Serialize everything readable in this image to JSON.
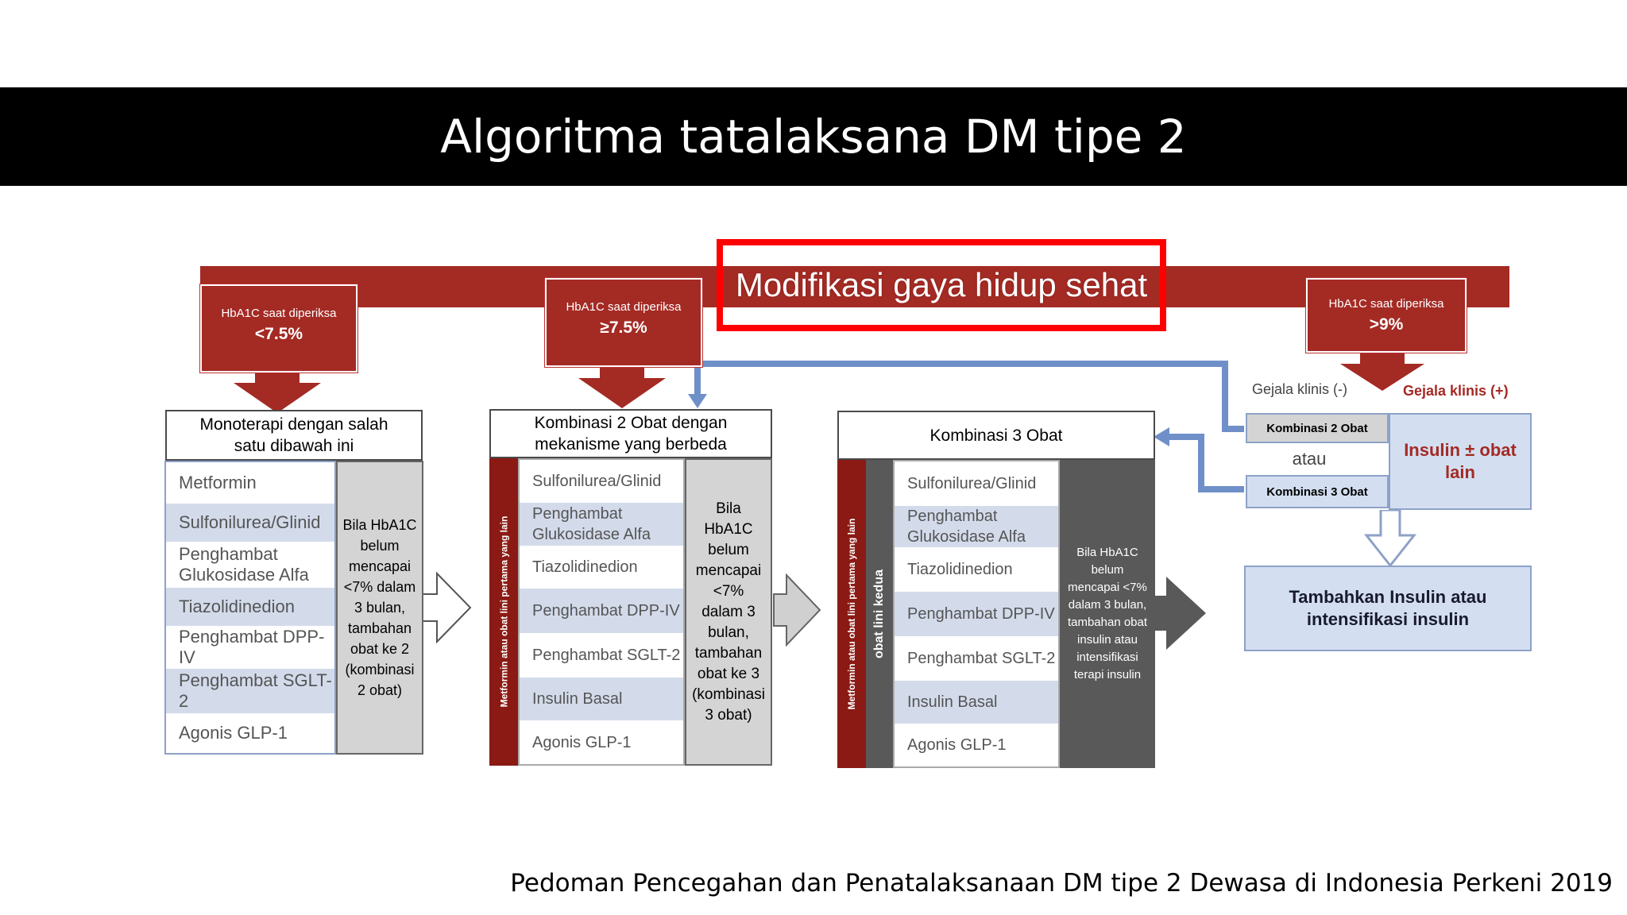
{
  "title": "Algoritma tatalaksana DM tipe 2",
  "lifestyle": "Modifikasi gaya hidup sehat",
  "hba1c": [
    {
      "label": "HbA1C saat diperiksa",
      "value": "<7.5%"
    },
    {
      "label": "HbA1C saat diperiksa",
      "value": "≥7.5%"
    },
    {
      "label": "HbA1C saat diperiksa",
      "value": ">9%"
    }
  ],
  "mono": {
    "header": "Monoterapi dengan salah satu dibawah ini",
    "drugs": [
      "Metformin",
      "Sulfonilurea/Glinid",
      "Penghambat Glukosidase Alfa",
      "Tiazolidinedion",
      "Penghambat DPP-IV",
      "Penghambat SGLT-2",
      "Agonis GLP-1"
    ],
    "note": "Bila HbA1C belum mencapai <7% dalam 3 bulan, tambahan obat ke 2 (kombinasi 2 obat)"
  },
  "dual": {
    "header": "Kombinasi 2 Obat dengan mekanisme yang berbeda",
    "side_label": "Metformin atau obat lini pertama yang lain",
    "drugs": [
      "Sulfonilurea/Glinid",
      "Penghambat Glukosidase Alfa",
      "Tiazolidinedion",
      "Penghambat DPP-IV",
      "Penghambat SGLT-2",
      "Insulin Basal",
      "Agonis GLP-1"
    ],
    "note": "Bila HbA1C belum mencapai <7% dalam 3 bulan, tambahan obat ke 3 (kombinasi 3 obat)"
  },
  "triple": {
    "header": "Kombinasi 3 Obat",
    "side_label": "Metformin atau obat lini pertama yang lain",
    "second_line": "obat lini kedua",
    "drugs": [
      "Sulfonilurea/Glinid",
      "Penghambat Glukosidase Alfa",
      "Tiazolidinedion",
      "Penghambat DPP-IV",
      "Penghambat SGLT-2",
      "Insulin Basal",
      "Agonis GLP-1"
    ],
    "note": "Bila HbA1C belum mencapai <7% dalam 3 bulan, tambahan obat insulin atau intensifikasi terapi insulin"
  },
  "right": {
    "gejala_neg": "Gejala klinis (-)",
    "gejala_pos": "Gejala klinis (+)",
    "komb2": "Kombinasi 2 Obat",
    "atau": "atau",
    "komb3": "Kombinasi 3 Obat",
    "insulin": "Insulin ± obat lain",
    "tambah": "Tambahkan Insulin atau intensifikasi insulin"
  },
  "footer": "Pedoman Pencegahan dan Penatalaksanaan DM tipe 2 Dewasa di Indonesia Perkeni 2019",
  "colors": {
    "ribbon": "#a42a24",
    "highlight": "#ff0000",
    "blue_arrow": "#6f8fc9",
    "list_alt": "#d3dbeb"
  }
}
